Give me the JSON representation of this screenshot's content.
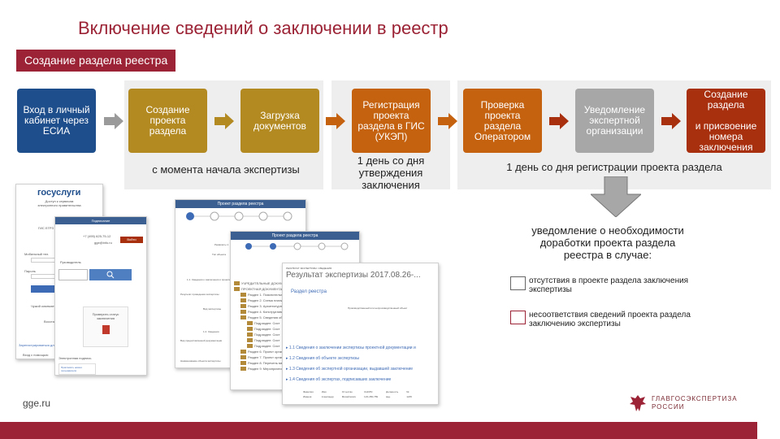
{
  "title": "Включение сведений о заключении в реестр",
  "subtitle": "Создание раздела реестра",
  "colors": {
    "accent": "#9b2335",
    "blue": "#1f4e8c",
    "gold": "#b38a22",
    "orange": "#c4620f",
    "gray": "#a7a7a7",
    "red": "#a8300f"
  },
  "steps": [
    {
      "label": "Вход в личный\nкабинет через\nЕСИА",
      "color": "blue"
    },
    {
      "label": "Создание\nпроекта\nраздела",
      "color": "gold"
    },
    {
      "label": "Загрузка\nдокументов",
      "color": "gold"
    },
    {
      "label": "Регистрация\nпроекта\nраздела в ГИС\n(УКЭП)",
      "color": "orange"
    },
    {
      "label": "Проверка\nпроекта\nраздела\nОператором",
      "color": "orange"
    },
    {
      "label": "Уведомление\nэкспертной\nорганизации",
      "color": "gray"
    },
    {
      "label": "Создание\nраздела\n\nи присвоение\nномера\nзаключения",
      "color": "red"
    }
  ],
  "captions": {
    "group1": "с момента начала экспертизы",
    "group2": "1 день со дня\nутверждения\nзаключения",
    "group3": "1 день со дня регистрации проекта раздела"
  },
  "notification": {
    "heading": "уведомление о необходимости\nдоработки проекта раздела\nреестра в случае:",
    "options": [
      "отсутствия в проекте раздела заключения\nэкспертизы",
      "несоответствия сведений проекта раздела\nзаключению экспертизы"
    ]
  },
  "screenshots": {
    "gosuslugi": {
      "logo": "госуслуги",
      "tagline": "Доступ к сервисам\nэлектронного правительства",
      "nav_title": "ГИС ЕГРЗ",
      "register_label": "Зарегистрироваться",
      "mobile_phone": "+7 (495) 625-75-12",
      "mobile_email": "gge@info.ru",
      "mobile_header": "Подписание",
      "mobile_button": "Войти",
      "mobile_section": "Руководитель",
      "remember_label": "Чужой компьютер",
      "tile_label": "Проверить статус\nзаключения",
      "side_link": "Восстановить",
      "footer_note": "Зарегистрироваться для",
      "helper_text": "Вход с помощью:",
      "bottom_link": "Электронная подпись",
      "bottom_tile": "Пригласить нового\nпользователя",
      "row_label": "Мобильный тел.",
      "row_label2": "Пароль"
    },
    "project_a": {
      "header": "Проект раздела реестра",
      "rows": [
        "Реквизиты 1",
        "Тип объекта",
        "1.1. Сведения о заключении и проекте раздела",
        "Результат проведения экспертизы",
        "Вид экспертизы",
        "1.2. Сведения",
        "Вид предоставленной документации",
        "Наименование объекта экспертизы"
      ]
    },
    "project_b": {
      "header": "Проект раздела реестра",
      "section_title": "Результат экспертизы 2017.08.26-...",
      "note": "РЕЗУЛЬТАТ ЭКСПЕРТИЗЫ: СВЕДЕНИЯ",
      "registry_link": "Раздел реестра",
      "object_label": "Производственный или непроизводственный объект",
      "folders": [
        "УЧРЕДИТЕЛЬНЫЕ ДОКУМ...",
        "ПРОЕКТНАЯ ДОКУМЕНТАЦИЯ",
        "Раздел 1. Пояснительная",
        "Раздел 2. Схема планиро",
        "Раздел 3. Архитектурные",
        "Раздел 4. Конструктивны",
        "Раздел 5. Сведения об и",
        "Подраздел: Сист",
        "Подраздел: Сист",
        "Подраздел: Сист",
        "Подраздел: Сист",
        "Подраздел: Сист",
        "Раздел 6. Проект органи",
        "Раздел 7. Проект организ",
        "Раздел 8. Перечень меро",
        "Раздел 9. Мероприятия п"
      ],
      "links": [
        "1.1 Сведения о заключении экспертизы проектной документации и",
        "1.2 Сведения об объекте экспертизы",
        "1.3 Сведения об экспертной организации, выдавшей заключение",
        "1.4 Сведения об экспертах, подписавших заключение"
      ],
      "table_head": [
        "Фамилия",
        "Имя",
        "Отчество",
        "СНИЛС",
        "Должность",
        "№"
      ],
      "table_row": [
        "Иванов",
        "Александр",
        "Михайлович",
        "123-456-789",
        "вед.",
        "1245"
      ]
    }
  },
  "footer": {
    "site": "gge.ru",
    "logo_text": "ГЛАВГОСЭКСПЕРТИЗА\nРОССИИ"
  }
}
